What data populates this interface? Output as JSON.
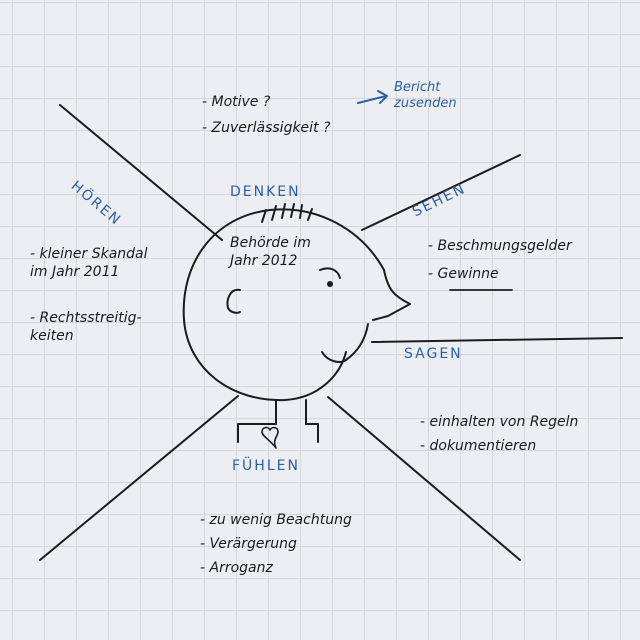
{
  "labels": {
    "hoeren": "HÖREN",
    "denken": "DENKEN",
    "sehen": "SEHEN",
    "sagen": "SAGEN",
    "fuehlen": "FÜHLEN"
  },
  "head_text": [
    "Behörde im",
    "Jahr 2012"
  ],
  "denken_notes": [
    "- Motive ?",
    "- Zuverlässigkeit ?"
  ],
  "arrow_note": [
    "Bericht",
    "zusenden"
  ],
  "hoeren_notes": {
    "item1": [
      "- kleiner Skandal",
      "im Jahr 2011"
    ],
    "item2": [
      "- Rechtsstreitig-",
      "keiten"
    ]
  },
  "sehen_notes": [
    "- Beschmungsgelder",
    "- Gewinne"
  ],
  "sagen_notes": [
    "- einhalten von Regeln",
    "- dokumentieren"
  ],
  "fuehlen_notes": [
    "- zu wenig Beachtung",
    "- Verärgerung",
    "- Arroganz"
  ],
  "colors": {
    "ink": "#1c1c1c",
    "blue": "#2d5fa6",
    "grid": "#d4d8de",
    "paper": "#eceef1"
  }
}
